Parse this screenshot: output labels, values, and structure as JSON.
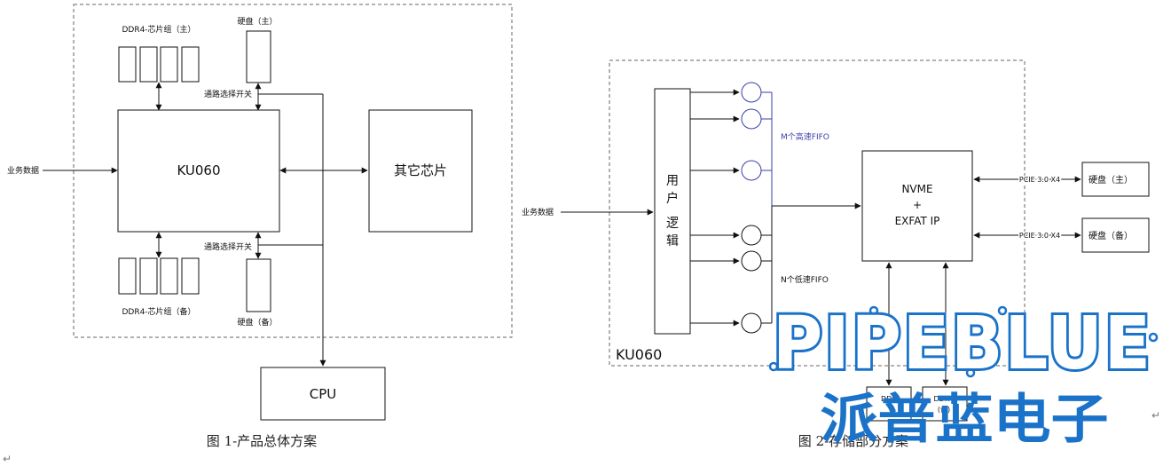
{
  "diagram1": {
    "ddr_top_label": "DDR4-芯片组（主）",
    "ddr_bottom_label": "DDR4-芯片组（备）",
    "disk_main_label": "硬盘（主）",
    "disk_backup_label": "硬盘（备）",
    "switch_top_label": "通路选择开关",
    "switch_bottom_label": "通路选择开关",
    "biz_data_label": "业务数据",
    "fpga_label": "KU060",
    "other_chip_label": "其它芯片",
    "cpu_label": "CPU",
    "caption": "图 1-产品总体方案"
  },
  "diagram2": {
    "biz_data_label": "业务数据",
    "user_logic_chars": [
      "用",
      "户",
      "逻",
      "辑"
    ],
    "fast_fifo_label": "M个高速FIFO",
    "slow_fifo_label": "N个低速FIFO",
    "nvme_line1": "NVME",
    "nvme_line2": "+",
    "nvme_line3": "EXFAT IP",
    "pcie_top_label": "PCIE 3.0 X4",
    "pcie_bottom_label": "PCIE 3.0 X4",
    "disk_main_label": "硬盘（主）",
    "disk_backup_label": "硬盘（备）",
    "fpga_label": "KU060",
    "ddr_left_label": "DDR",
    "ddr_right_label": "DDR4",
    "ddr_right_sub": "(备)",
    "caption": "图 2-存储部分方案"
  },
  "watermark": {
    "brand_en": "PIPEBLUE",
    "brand_cn": "派普蓝电子",
    "color": "#1a73c9"
  },
  "return_mark": "↵"
}
